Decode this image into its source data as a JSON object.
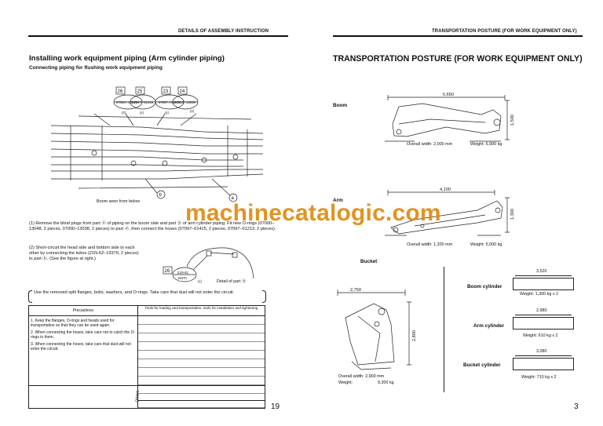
{
  "left": {
    "header": "DETAILS OF ASSEMBLY INSTRUCTION",
    "title": "Installing work equipment piping (Arm cylinder piping)",
    "subtitle": "Connecting piping for flushing work equipment piping",
    "figure": {
      "tags": [
        "26",
        "25",
        "23",
        "24"
      ],
      "bubble_a": "07000 / 13048",
      "bubble_b": "07097 / 01415",
      "bubble_c": "07097 / 01213",
      "bubble_d": "07000 / 13038",
      "qty_left": "(2)",
      "qty_mid_a": "(x)",
      "qty_mid_b": "(x)",
      "qty_right": "(2)",
      "callout_b": "b",
      "callout_a": "a",
      "caption": "Boom seen from below"
    },
    "step1": "(1) Remove the blind plugs from part ⓐ of piping on the boom side and part ⓑ of arm cylinder piping. Fit new O-rings (07000–13048, 2 pieces, 07000–13038, 2 pieces) to part ⓐ, then connect the hoses (07097–01415, 2 pieces, 07097–01213, 2 pieces).",
    "step2": "(2) Short-circuit the head side and bottom side to each other by connecting the tubes (21N-62–19370, 2 pieces) to part ⓑ. (See the figure at right.)",
    "detail": {
      "tag": "26",
      "bubble_top": "21N-62",
      "bubble_bottom": "19370",
      "qty": "(x)",
      "caption": "Detail of part ⓑ"
    },
    "note": "Use the removed split flanges, bolts, washers, and O-rings. Take care that dust will not enter the circuit.",
    "table": {
      "col1": "Precautions",
      "col2": "Tools for loading and transportation, tools for installation and tightening",
      "items": [
        "1. Keep the flanges, O-rings and heads used for transportation so that they can be used again.",
        "2. When connecting the hoses, take care not to catch the O-rings in them.",
        "3. When connecting the hoses, take care that dust will not enter the circuit."
      ],
      "others": "Others"
    },
    "page_number": "19"
  },
  "right": {
    "header": "TRANSPORTATION POSTURE (FOR WORK EQUIPMENT ONLY)",
    "title": "TRANSPORTATION POSTURE (FOR WORK EQUIPMENT ONLY)",
    "boom": {
      "label": "Boom",
      "length": "5,650",
      "height": "1,500",
      "width": "Overall width: 2,000 mm",
      "weight": "Weight: 6,900 kg"
    },
    "arm": {
      "label": "Arm",
      "length": "4,100",
      "height": "1,300",
      "width": "Overall width: 1,200 mm",
      "weight": "Weight: 5,000 kg"
    },
    "bucket": {
      "label": "Bucket",
      "length": "2,750",
      "height": "2,800",
      "width": "Overall width: 2,900 mm",
      "weight_label": "Weight:",
      "weight": "9,300 kg"
    },
    "boom_cylinder": {
      "label": "Boom cylinder",
      "length": "3,520",
      "weight": "Weight: 1,300 kg x 2"
    },
    "arm_cylinder": {
      "label": "Arm cylinder",
      "length": "2,980",
      "weight": "Weight: 610 kg x 2"
    },
    "bucket_cylinder": {
      "label": "Bucket cylinder",
      "length": "3,080",
      "weight": "Weight: 710 kg x 2"
    },
    "page_number": "3"
  },
  "watermark": "machinecatalogic.com"
}
